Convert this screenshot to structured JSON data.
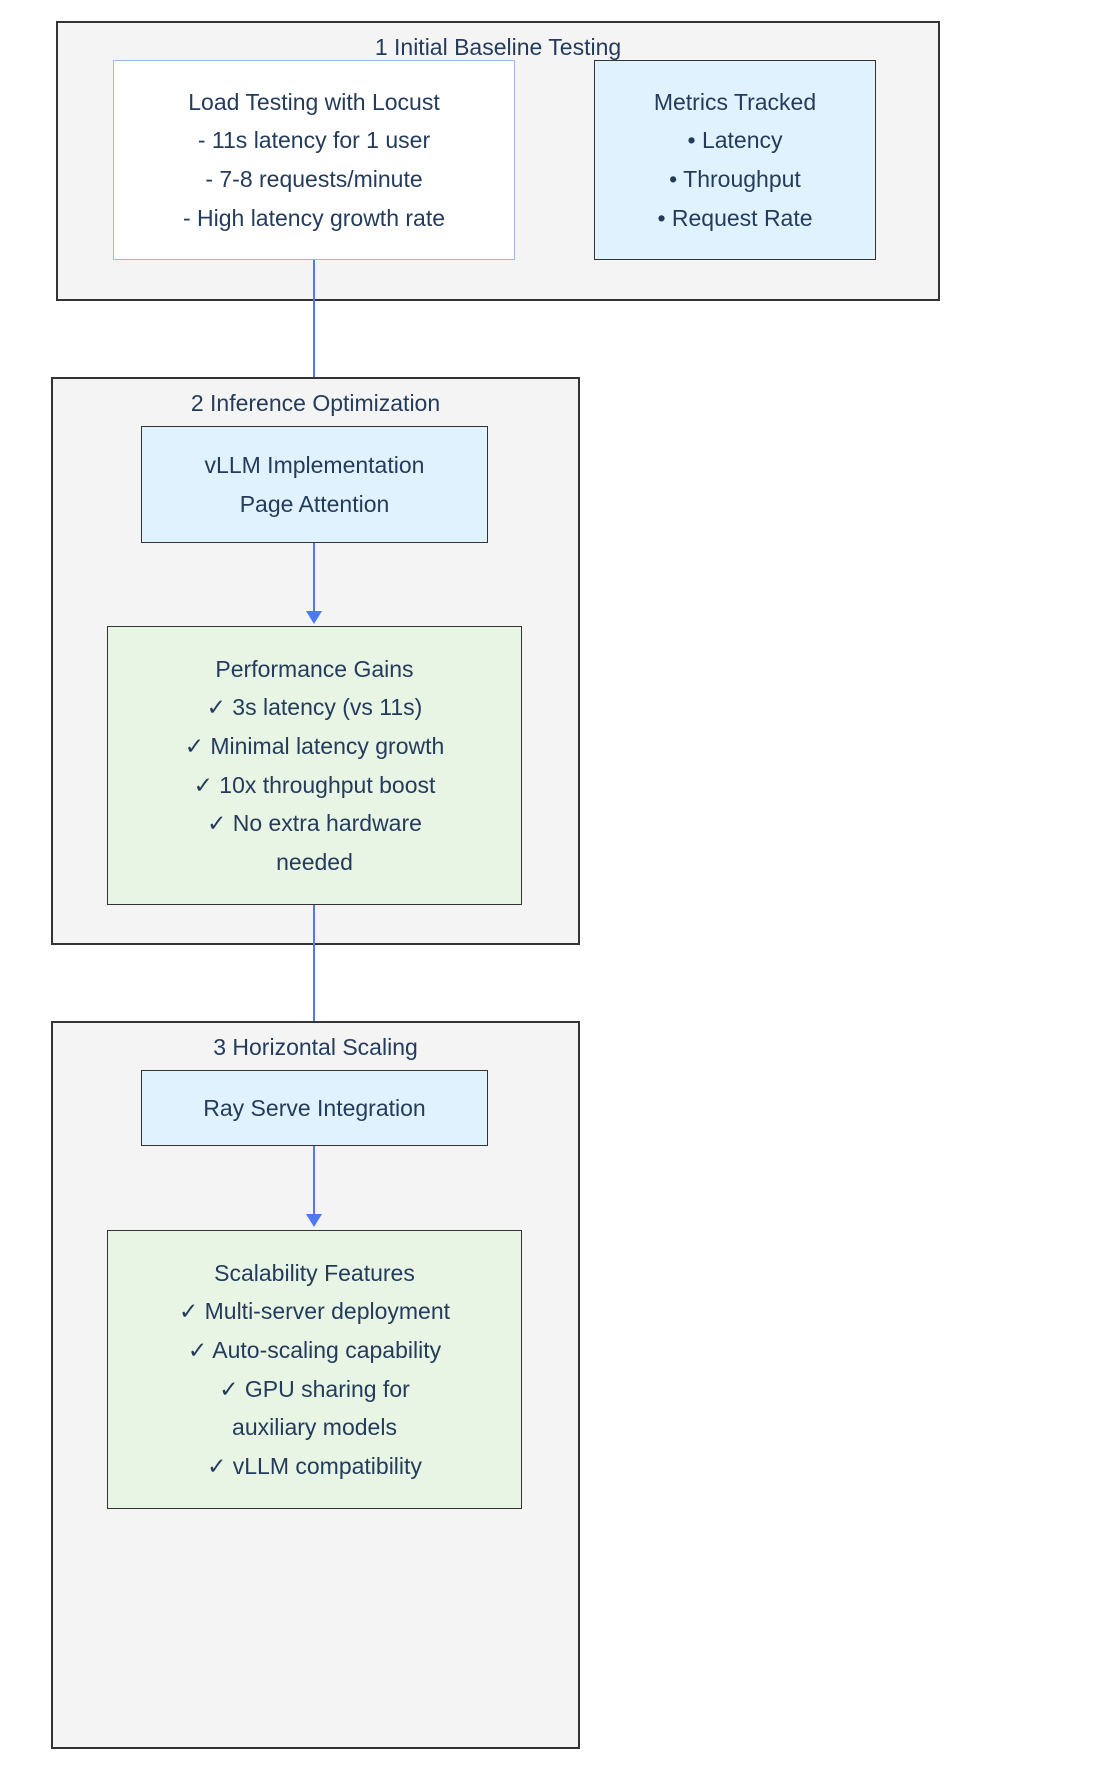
{
  "diagram": {
    "type": "flowchart",
    "direction": "top-down",
    "accent_color": "#4c7af0",
    "text_color": "#243c5c",
    "cluster_fill": "#f4f4f4",
    "cluster_border": "#333333",
    "blue_node_fill": "#e0f2fd",
    "green_node_fill": "#e8f4e4",
    "plain_node_fill": "#ffffff",
    "plain_node_border": "#9db8f0"
  },
  "stages": [
    {
      "id": "stage-1",
      "title": "1 Initial Baseline Testing",
      "nodes": [
        {
          "id": "load-testing-with-locust",
          "style": "plain",
          "lines": [
            "Load Testing with Locust",
            "- 11s latency for 1 user",
            "- 7-8 requests/minute",
            "- High latency growth rate"
          ]
        },
        {
          "id": "metrics-tracked",
          "style": "blue",
          "lines": [
            "Metrics Tracked",
            "• Latency",
            "• Throughput",
            "• Request Rate"
          ]
        }
      ]
    },
    {
      "id": "stage-2",
      "title": "2 Inference Optimization",
      "nodes": [
        {
          "id": "vllm-implementation",
          "style": "blue",
          "lines": [
            "vLLM Implementation",
            "Page Attention"
          ]
        },
        {
          "id": "performance-gains",
          "style": "green",
          "lines": [
            "Performance Gains",
            "✓ 3s latency (vs 11s)",
            "✓ Minimal latency growth",
            "✓ 10x throughput boost",
            "✓ No extra hardware",
            "needed"
          ]
        }
      ]
    },
    {
      "id": "stage-3",
      "title": "3 Horizontal Scaling",
      "nodes": [
        {
          "id": "ray-serve-integration",
          "style": "blue",
          "lines": [
            "Ray Serve Integration"
          ]
        },
        {
          "id": "scalability-features",
          "style": "green",
          "lines": [
            "Scalability Features",
            "✓ Multi-server deployment",
            "✓ Auto-scaling capability",
            "✓ GPU sharing for",
            "auxiliary models",
            "✓ vLLM compatibility"
          ]
        }
      ]
    }
  ],
  "edges": [
    {
      "id": "edge-locust-to-vllm",
      "from": "load-testing-with-locust",
      "to": "vllm-implementation"
    },
    {
      "id": "edge-vllm-to-gains",
      "from": "vllm-implementation",
      "to": "performance-gains"
    },
    {
      "id": "edge-gains-to-ray",
      "from": "performance-gains",
      "to": "ray-serve-integration"
    },
    {
      "id": "edge-ray-to-scalability",
      "from": "ray-serve-integration",
      "to": "scalability-features"
    }
  ]
}
